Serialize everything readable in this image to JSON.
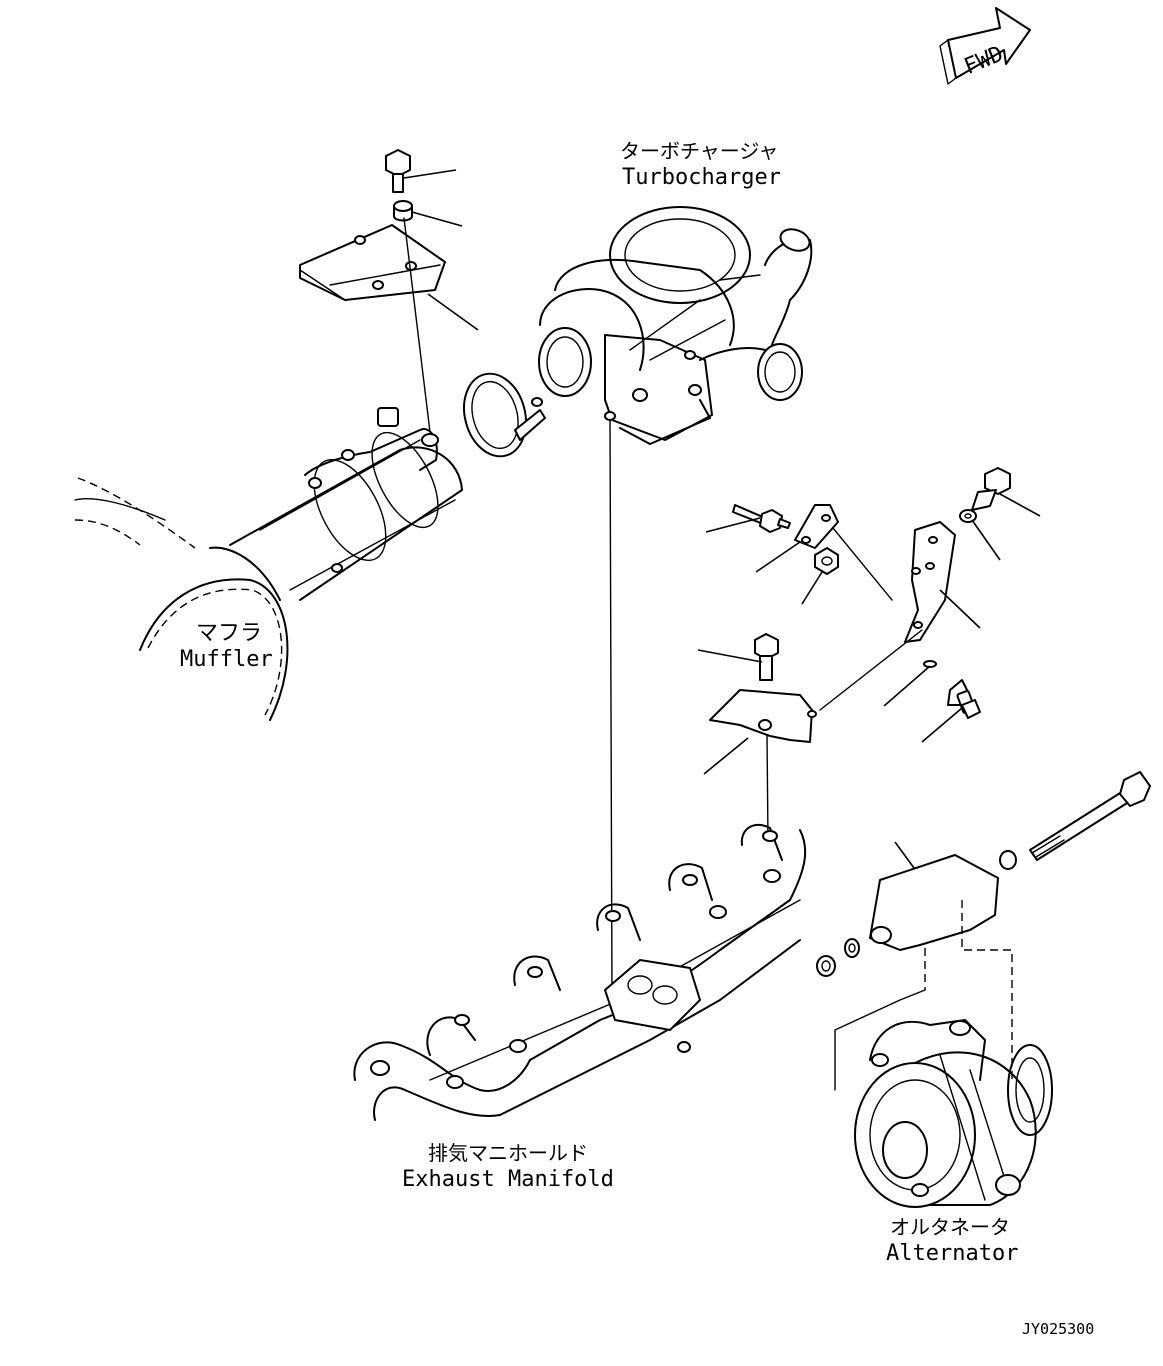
{
  "fwd_label": "FWD",
  "labels": {
    "turbocharger_jp": "ターボチャージャ",
    "turbocharger_en": "Turbocharger",
    "muffler_jp": "マフラ",
    "muffler_en": "Muffler",
    "manifold_jp": "排気マニホールド",
    "manifold_en": "Exhaust Manifold",
    "alternator_jp": "オルタネータ",
    "alternator_en": "Alternator"
  },
  "drawing_number": "JY025300"
}
